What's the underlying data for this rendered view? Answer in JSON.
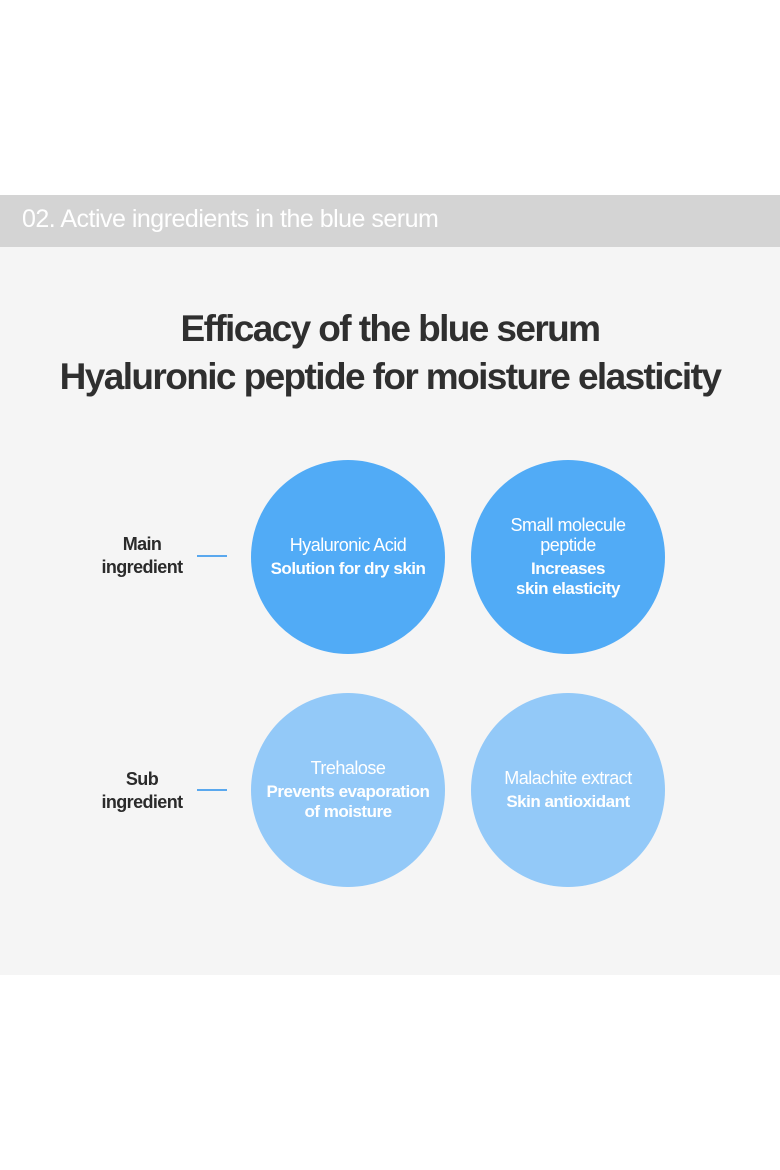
{
  "header": {
    "text": "02. Active ingredients in the blue serum"
  },
  "title": {
    "line1": "Efficacy of the blue serum",
    "line2": "Hyaluronic peptide for moisture elasticity"
  },
  "rows": {
    "main": {
      "label_line1": "Main",
      "label_line2": "ingredient"
    },
    "sub": {
      "label_line1": "Sub",
      "label_line2": "ingredient"
    }
  },
  "ingredients": {
    "hyaluronic": {
      "name": "Hyaluronic Acid",
      "effect": "Solution for dry skin"
    },
    "peptide": {
      "name_line1": "Small molecule",
      "name_line2": "peptide",
      "effect_line1": "Increases",
      "effect_line2": "skin elasticity"
    },
    "trehalose": {
      "name": "Trehalose",
      "effect_line1": "Prevents evaporation",
      "effect_line2": "of moisture"
    },
    "malachite": {
      "name": "Malachite extract",
      "effect": "Skin antioxidant"
    }
  },
  "colors": {
    "main_circle": "#51abf6",
    "sub_circle": "#93c9f8",
    "dash": "#5aa8ee",
    "header_band": "#d4d4d4",
    "panel": "#f5f5f5"
  }
}
